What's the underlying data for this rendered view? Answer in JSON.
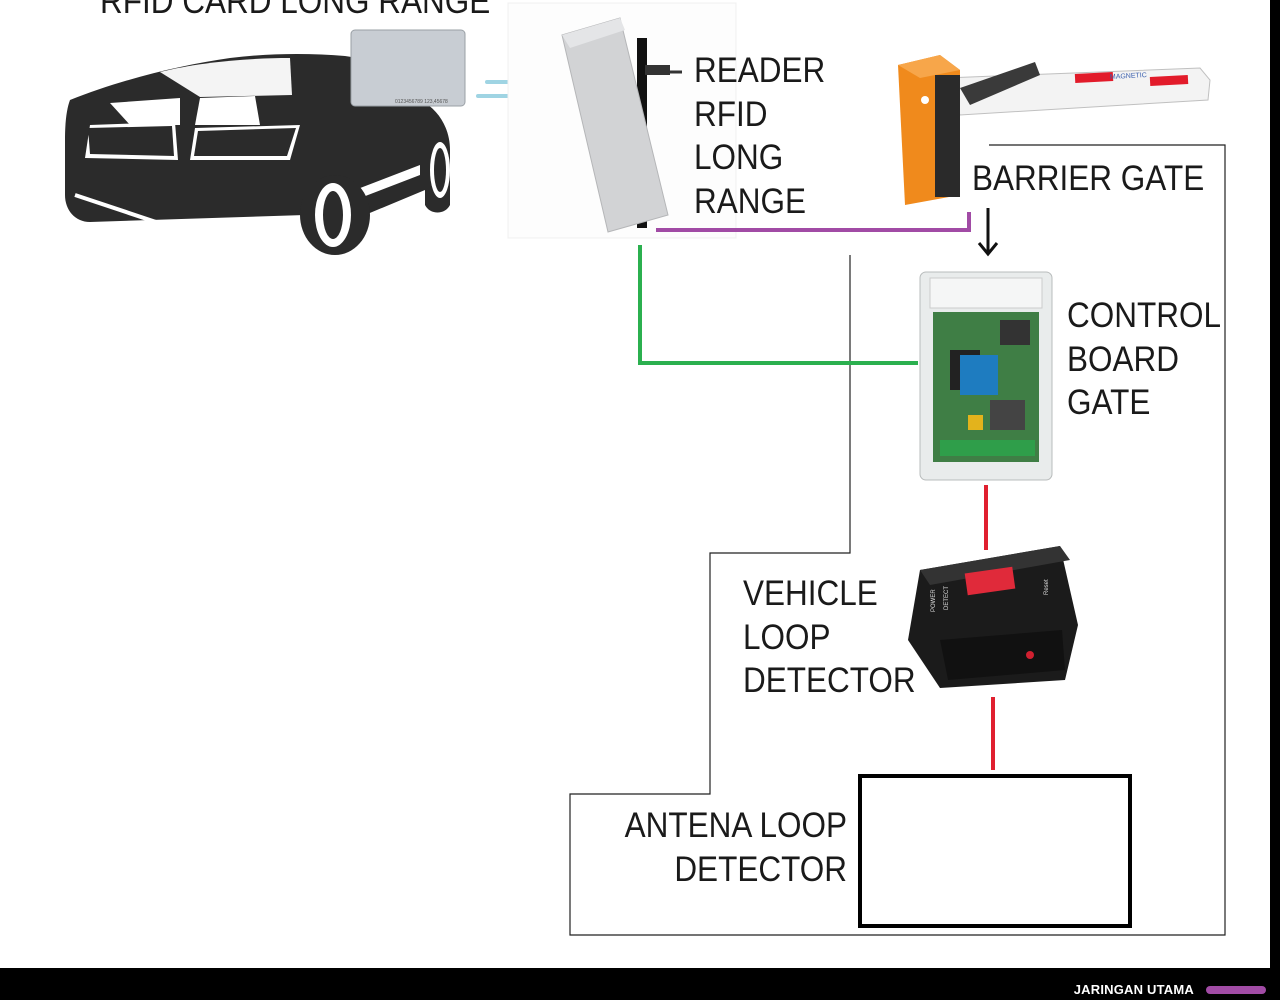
{
  "labels": {
    "rfid_card": "RFID CARD LONG RANGE",
    "reader": [
      "READER",
      "RFID",
      "LONG",
      "RANGE"
    ],
    "barrier_gate": "BARRIER GATE",
    "control_board": [
      "CONTROL",
      "BOARD",
      "GATE"
    ],
    "vehicle_loop": [
      "VEHICLE",
      "LOOP",
      "DETECTOR"
    ],
    "antenna_loop": [
      "ANTENA LOOP",
      "DETECTOR"
    ]
  },
  "card_number": "0123456789 123,45678",
  "barrier_brand": "MAGNETIC",
  "detector_labels": [
    "POWER",
    "DETECT",
    "Reset"
  ],
  "legend": {
    "label": "JARINGAN UTAMA",
    "color": "#a14ba5"
  },
  "connection_colors": {
    "main_network": "#a14ba5",
    "reader_to_board": "#2bb04f",
    "board_to_detector": "#e0202f",
    "wireless_signal": "#9fd4e3"
  }
}
